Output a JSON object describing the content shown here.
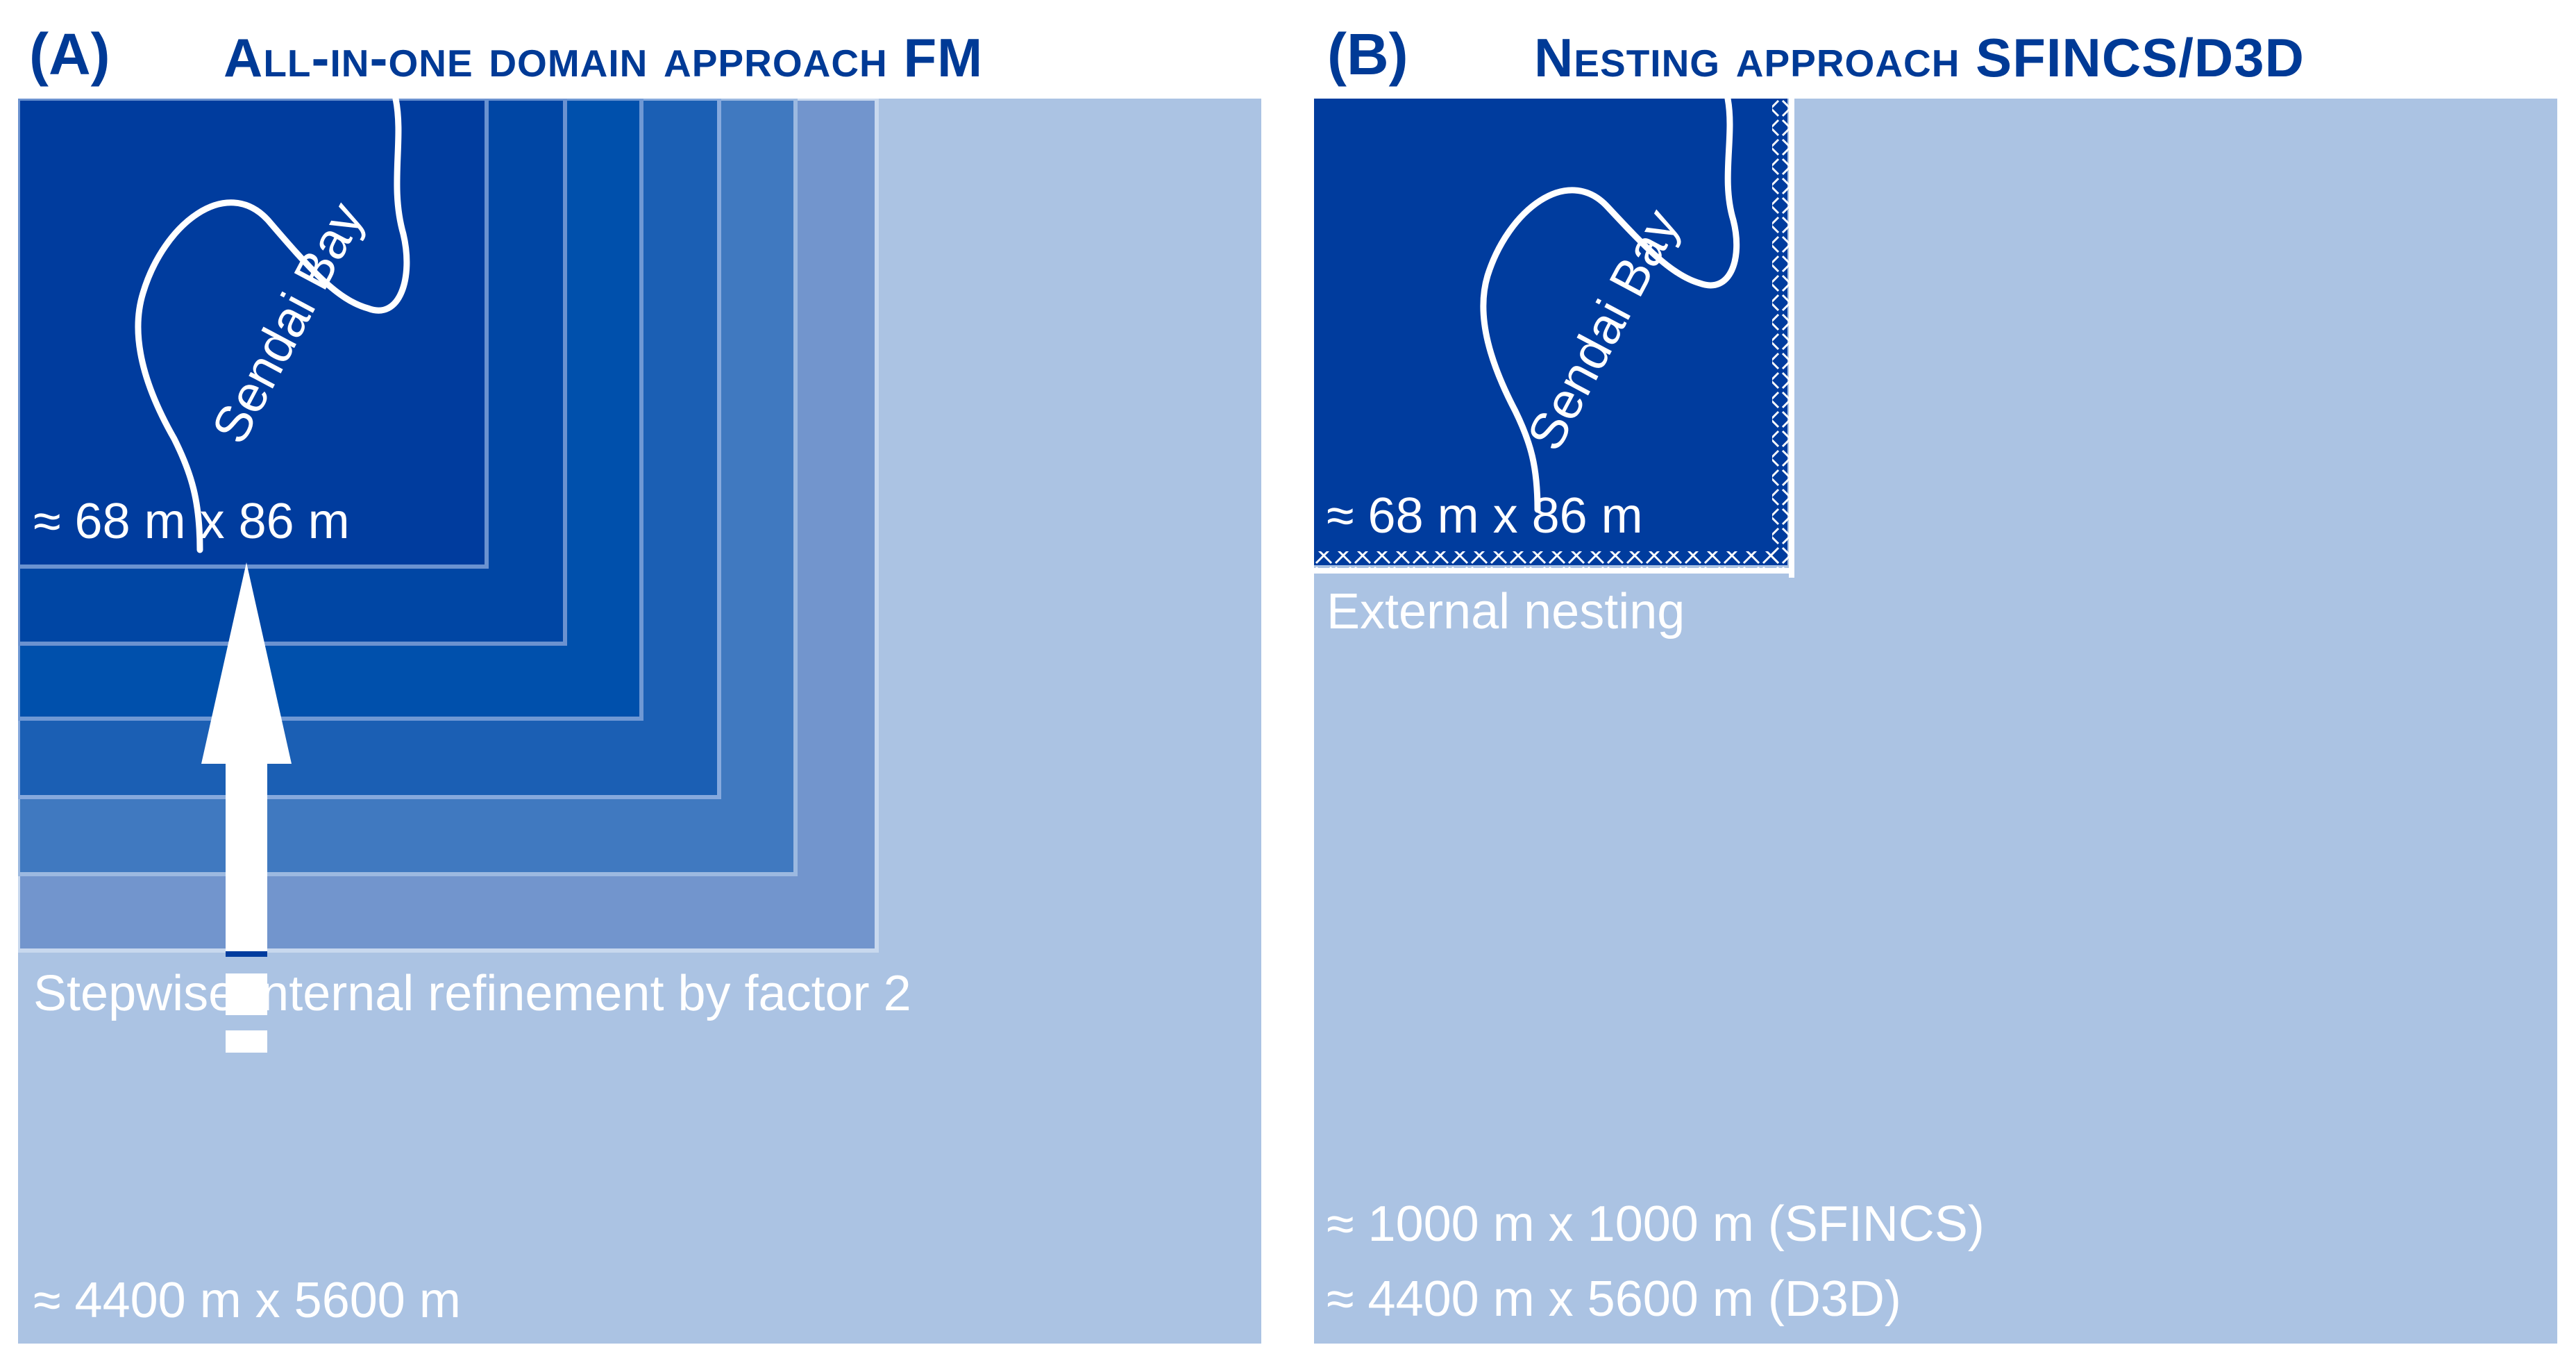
{
  "panel_a": {
    "letter": "(A)",
    "title": "All-in-one domain approach FM",
    "bay_label": "Sendai Bay",
    "fine_resolution": "≈ 68 m x 86 m",
    "refinement_note": "Stepwise internal refinement by factor 2",
    "coarse_resolution": "≈ 4400 m x 5600 m"
  },
  "panel_b": {
    "letter": "(B)",
    "title": "Nesting approach SFINCS/D3D",
    "bay_label": "Sendai Bay",
    "fine_resolution": "≈ 68 m x 86 m",
    "nesting_note": "External nesting",
    "coarse_resolution_sfincs": "≈ 1000 m x 1000 m (SFINCS)",
    "coarse_resolution_d3d": "≈ 4400 m x 5600 m (D3D)"
  },
  "colors": {
    "title": "#003a96",
    "outer_domain": "#abc3e3",
    "inner_domain": "#003c9e",
    "refinement_levels": [
      "#7295cd",
      "#4079c0",
      "#1b5fb4",
      "#0050ac",
      "#0046a4",
      "#003c9e"
    ]
  }
}
